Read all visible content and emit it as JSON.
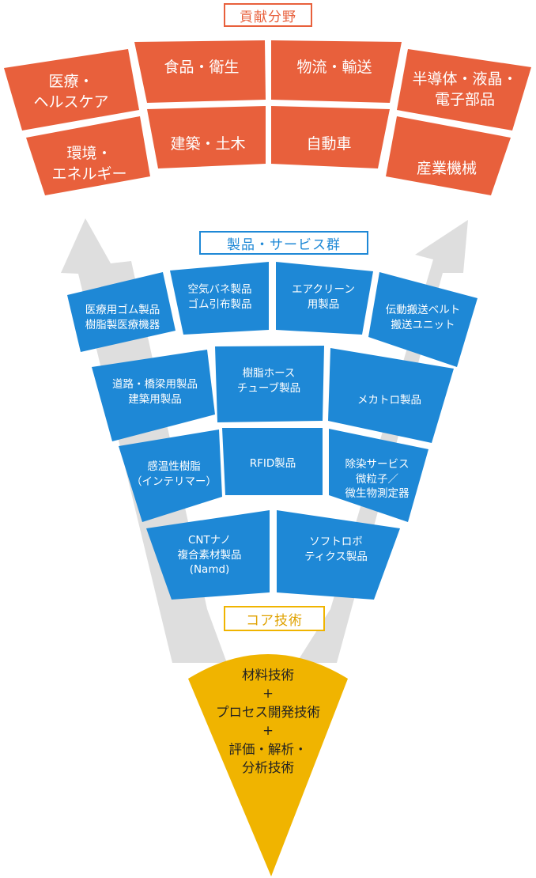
{
  "contribution": {
    "title": "貢献分野",
    "items": [
      {
        "line1": "医療・",
        "line2": "ヘルスケア"
      },
      {
        "line1": "食品・衛生",
        "line2": ""
      },
      {
        "line1": "物流・輸送",
        "line2": ""
      },
      {
        "line1": "半導体・液晶・",
        "line2": "電子部品"
      },
      {
        "line1": "環境・",
        "line2": "エネルギー"
      },
      {
        "line1": "建築・土木",
        "line2": ""
      },
      {
        "line1": "自動車",
        "line2": ""
      },
      {
        "line1": "産業機械",
        "line2": ""
      }
    ]
  },
  "products": {
    "title": "製品・サービス群",
    "items": [
      {
        "line1": "医療用ゴム製品",
        "line2": "樹脂製医療機器",
        "line3": ""
      },
      {
        "line1": "空気バネ製品",
        "line2": "ゴム引布製品",
        "line3": ""
      },
      {
        "line1": "エアクリーン",
        "line2": "用製品",
        "line3": ""
      },
      {
        "line1": "伝動搬送ベルト",
        "line2": "搬送ユニット",
        "line3": ""
      },
      {
        "line1": "道路・橋梁用製品",
        "line2": "建築用製品",
        "line3": ""
      },
      {
        "line1": "樹脂ホース",
        "line2": "チューブ製品",
        "line3": ""
      },
      {
        "line1": "メカトロ製品",
        "line2": "",
        "line3": ""
      },
      {
        "line1": "感温性樹脂",
        "line2": "（インテリマー）",
        "line3": ""
      },
      {
        "line1": "RFID製品",
        "line2": "",
        "line3": ""
      },
      {
        "line1": "除染サービス",
        "line2": "微粒子／",
        "line3": "微生物測定器"
      },
      {
        "line1": "CNTナノ",
        "line2": "複合素材製品",
        "line3": "(Namd)"
      },
      {
        "line1": "ソフトロボ",
        "line2": "ティクス製品",
        "line3": ""
      }
    ]
  },
  "core": {
    "title": "コア技術",
    "lines": [
      "材料技術",
      "+",
      "プロセス開発技術",
      "+",
      "評価・解析・",
      "分析技術"
    ]
  },
  "colors": {
    "contribution": "#e8603c",
    "products": "#1e88d6",
    "core": "#f0b400",
    "arrow": "#dedede"
  }
}
